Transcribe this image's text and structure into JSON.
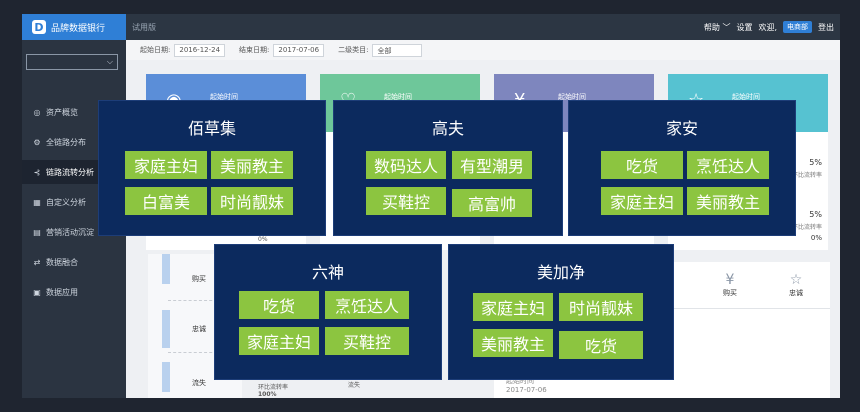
{
  "header": {
    "brand": "品牌数据银行",
    "trial": "试用版",
    "help": "帮助",
    "settings": "设置",
    "welcome": "欢迎,",
    "dept": "电商部",
    "logout": "登出"
  },
  "sidebar": {
    "items": [
      {
        "label": "资产概览",
        "icon": "eye-icon"
      },
      {
        "label": "全链路分布",
        "icon": "chain-icon"
      },
      {
        "label": "链路流转分析",
        "icon": "share-icon"
      },
      {
        "label": "自定义分析",
        "icon": "grid-icon"
      },
      {
        "label": "营销活动沉淀",
        "icon": "campaign-icon"
      },
      {
        "label": "数据融合",
        "icon": "merge-icon"
      },
      {
        "label": "数据应用",
        "icon": "app-icon"
      }
    ]
  },
  "filters": {
    "start_label": "起始日期:",
    "start_value": "2016-12-24",
    "end_label": "结束日期:",
    "end_value": "2017-07-06",
    "category_label": "二级类目:",
    "category_value": "全部"
  },
  "cards": [
    {
      "title": "起始时间",
      "color": "#5b8ed8"
    },
    {
      "title": "起始时间",
      "color": "#6ec79a"
    },
    {
      "title": "起始时间",
      "color": "#7e86be"
    },
    {
      "title": "起始时间",
      "color": "#56c2d1"
    }
  ],
  "card_stats": {
    "rate_a": "5%",
    "rate_b": "5%",
    "label": "环比流转率",
    "zero": "0%"
  },
  "funnel": {
    "stage_buy": "购买",
    "stage_loyal": "忠诚",
    "stage_lost": "流失",
    "lost_text": "流失",
    "ratio_label": "环比流转率",
    "ratio_value": "100%"
  },
  "lower_panel": {
    "buy_label": "购买",
    "loyal_label": "忠诚",
    "start_date": "2017-07-06",
    "start_caption": "起始时间"
  },
  "popups": [
    {
      "title": "佰草集",
      "tags": [
        "家庭主妇",
        "美丽教主",
        "白富美",
        "时尚靓妹"
      ]
    },
    {
      "title": "高夫",
      "tags": [
        "数码达人",
        "有型潮男",
        "买鞋控",
        "高富帅"
      ]
    },
    {
      "title": "家安",
      "tags": [
        "吃货",
        "烹饪达人",
        "家庭主妇",
        "美丽教主"
      ]
    },
    {
      "title": "六神",
      "tags": [
        "吃货",
        "烹饪达人",
        "家庭主妇",
        "买鞋控"
      ]
    },
    {
      "title": "美加净",
      "tags": [
        "家庭主妇",
        "时尚靓妹",
        "美丽教主",
        "吃货"
      ]
    }
  ]
}
